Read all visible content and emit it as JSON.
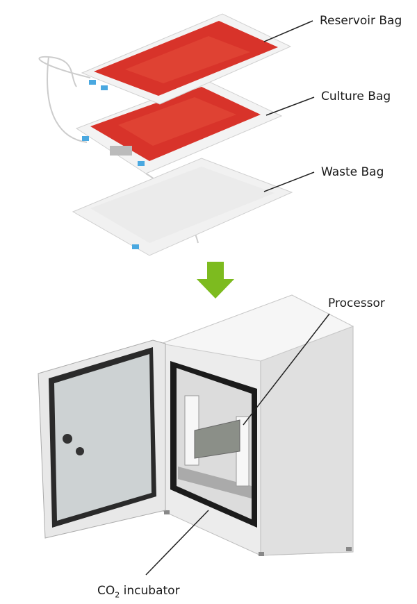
{
  "labels": {
    "reservoir_bag": "Reservoir Bag",
    "culture_bag": "Culture Bag",
    "waste_bag": "Waste Bag",
    "processor": "Processor",
    "incubator_prefix": "CO",
    "incubator_sub": "2",
    "incubator_suffix": " incubator"
  },
  "colors": {
    "bag_red": "#d8332a",
    "arrow_green": "#7dbb1f",
    "connector_blue": "#4aa8e0"
  }
}
